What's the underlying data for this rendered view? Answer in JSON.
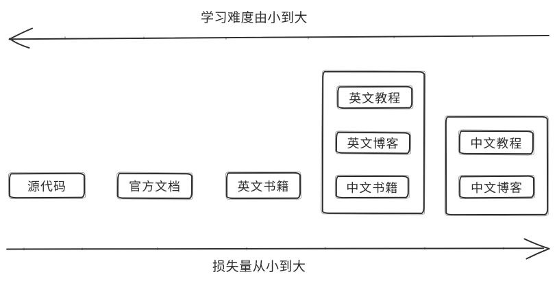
{
  "canvas": {
    "bg_color": "#ffffff",
    "ink_color": "#2e2e2e"
  },
  "axes": {
    "top": {
      "label": "学习难度由小到大",
      "direction": "left"
    },
    "bottom": {
      "label": "损失量从小到大",
      "direction": "right"
    }
  },
  "boxes": [
    {
      "id": "source-code",
      "label": "源代码"
    },
    {
      "id": "official-docs",
      "label": "官方文档"
    },
    {
      "id": "english-books",
      "label": "英文书籍"
    }
  ],
  "groups": [
    {
      "id": "group-1",
      "items": [
        {
          "id": "english-tutorials",
          "label": "英文教程"
        },
        {
          "id": "english-blogs",
          "label": "英文博客"
        },
        {
          "id": "chinese-books",
          "label": "中文书籍"
        }
      ]
    },
    {
      "id": "group-2",
      "items": [
        {
          "id": "chinese-tutorials",
          "label": "中文教程"
        },
        {
          "id": "chinese-blogs",
          "label": "中文博客"
        }
      ]
    }
  ]
}
